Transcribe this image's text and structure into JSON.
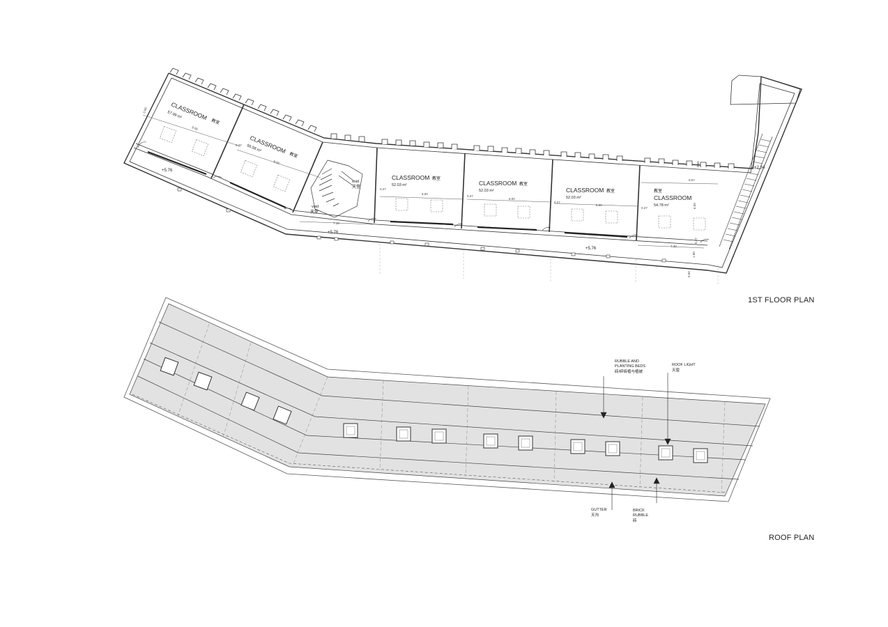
{
  "titles": {
    "first_floor": "1ST FLOOR PLAN",
    "roof": "ROOF PLAN"
  },
  "rooms": [
    {
      "name": "CLASSROOM",
      "cn": "教室",
      "area": "57.99 m²"
    },
    {
      "name": "CLASSROOM",
      "cn": "教室",
      "area": "56.58 m²"
    },
    {
      "name": "CLASSROOM",
      "cn": "教室",
      "area": "52.03 m²"
    },
    {
      "name": "CLASSROOM",
      "cn": "教室",
      "area": "52.03 m²"
    },
    {
      "name": "CLASSROOM",
      "cn": "教室",
      "area": "52.03 m²"
    },
    {
      "name": "CLASSROOM",
      "cn": "教室",
      "area": "54.78 m²"
    }
  ],
  "void": {
    "name": "void",
    "cn": "天堂"
  },
  "levels": [
    "+5.76",
    "+5.76",
    "+5.76",
    "+2.34"
  ],
  "dimensions": [
    "0.66",
    "8.06",
    "0.27",
    "8.00",
    "0.27",
    "8.00",
    "0.27",
    "8.00",
    "0.27",
    "8.00",
    "0.27",
    "9.57",
    "6.50",
    "7.30",
    "7.18",
    "1.80",
    "0.27",
    "0.50",
    "0.66"
  ],
  "callouts": {
    "rubble": {
      "line1": "RUBBLE AND",
      "line2": "PLANTING BEDS",
      "cn": "砖/碎砖植与植被"
    },
    "roof_light": {
      "line1": "ROOF LIGHT",
      "cn": "天窗"
    },
    "gutter": {
      "line1": "GUTTER",
      "cn": "天沟"
    },
    "brick": {
      "line1": "BRICK",
      "line2": "RUBBLE",
      "cn": "砖"
    }
  }
}
